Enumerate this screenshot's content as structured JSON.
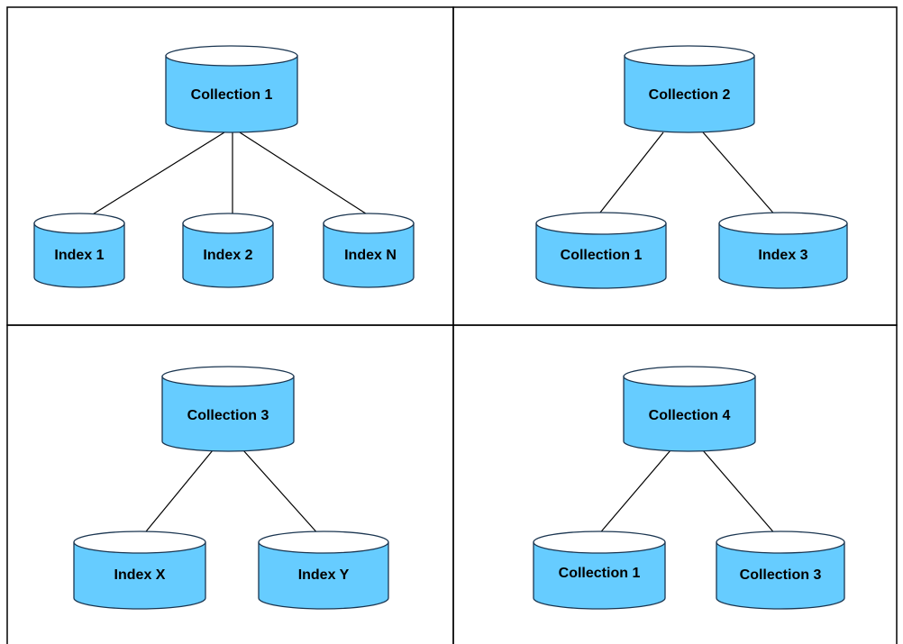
{
  "colors": {
    "cylinder_fill": "#66ccff",
    "cylinder_top": "#ffffff",
    "cylinder_outline": "#1a3550",
    "line": "#000000"
  },
  "quadrants": [
    {
      "root": "Collection 1",
      "children": [
        "Index 1",
        "Index 2",
        "Index N"
      ]
    },
    {
      "root": "Collection 2",
      "children": [
        "Collection 1",
        "Index 3"
      ]
    },
    {
      "root": "Collection 3",
      "children": [
        "Index X",
        "Index Y"
      ]
    },
    {
      "root": "Collection 4",
      "children": [
        "Collection 1",
        "Collection 3"
      ]
    }
  ]
}
